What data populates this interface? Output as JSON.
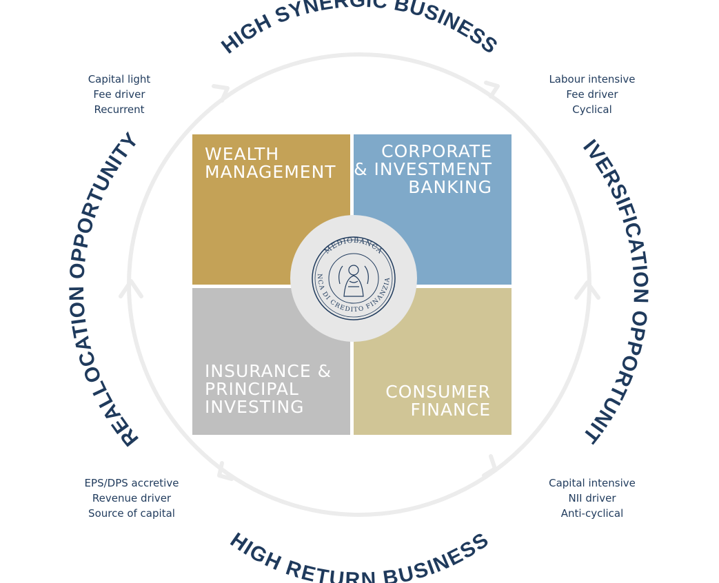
{
  "arc_labels": {
    "top": "HIGH SYNERGIC BUSINESS",
    "bottom": "HIGH RETURN BUSINESS",
    "left": "REALLOCATION OPPORTUNITY",
    "right": "DIVERSIFICATION OPPORTUNITY"
  },
  "notes": {
    "top_left": [
      "Capital light",
      "Fee driver",
      "Recurrent"
    ],
    "top_right": [
      "Labour intensive",
      "Fee driver",
      "Cyclical"
    ],
    "bottom_left": [
      "EPS/DPS accretive",
      "Revenue driver",
      "Source of capital"
    ],
    "bottom_right": [
      "Capital intensive",
      "NII driver",
      "Anti-cyclical"
    ]
  },
  "quadrants": {
    "wealth_management": [
      "WEALTH",
      "MANAGEMENT"
    ],
    "corporate_investment_banking": [
      "CORPORATE",
      "& INVESTMENT",
      "BANKING"
    ],
    "insurance_principal_investing": [
      "INSURANCE &",
      "PRINCIPAL",
      "INVESTING"
    ],
    "consumer_finance": [
      "CONSUMER",
      "FINANCE"
    ]
  },
  "seal": {
    "outer_text": "MEDIOBANCA",
    "inner_text": "BANCA DI CREDITO FINANZIARIO"
  },
  "colors": {
    "navy": "#1f3a5c",
    "wealth_gold": "#c4a257",
    "cib_blue": "#7fa9c9",
    "insurance_grey": "#bfbfbf",
    "consumer_sand": "#d0c596",
    "ring_grey": "#ececec"
  }
}
